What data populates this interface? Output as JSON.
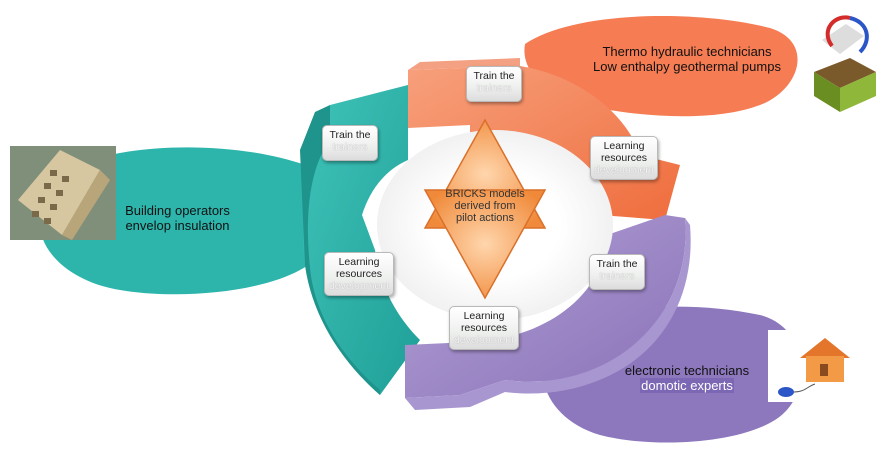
{
  "center": {
    "line1": "BRICKS models",
    "line2": "derived from",
    "line3": "pilot actions"
  },
  "groups": {
    "thermo": {
      "line1": "Thermo hydraulic technicians",
      "line2": "Low enthalpy geothermal pumps"
    },
    "building": {
      "line1": "Building operators",
      "line2": "envelop insulation"
    },
    "electronic": {
      "line1": "electronic technicians",
      "line2": "domotic experts"
    }
  },
  "cards": {
    "train_top": {
      "line1": "Train the",
      "line2": "trainers"
    },
    "learning_right": {
      "line1": "Learning",
      "line2": "resources",
      "line3": "development"
    },
    "train_left": {
      "line1": "Train the",
      "line2": "trainers"
    },
    "learning_left": {
      "line1": "Learning",
      "line2": "resources",
      "line3": "development"
    },
    "train_right": {
      "line1": "Train the",
      "line2": "trainers"
    },
    "learning_bottom": {
      "line1": "Learning",
      "line2": "resources",
      "line3": "development"
    }
  },
  "colors": {
    "teal": "#2fb7ae",
    "orange": "#f4865a",
    "salmon": "#f7a27d",
    "purple": "#9b86c6",
    "star": "#f19a4a"
  },
  "icons": [
    "building-icon",
    "house-geothermal-icon",
    "house-mouse-icon"
  ]
}
